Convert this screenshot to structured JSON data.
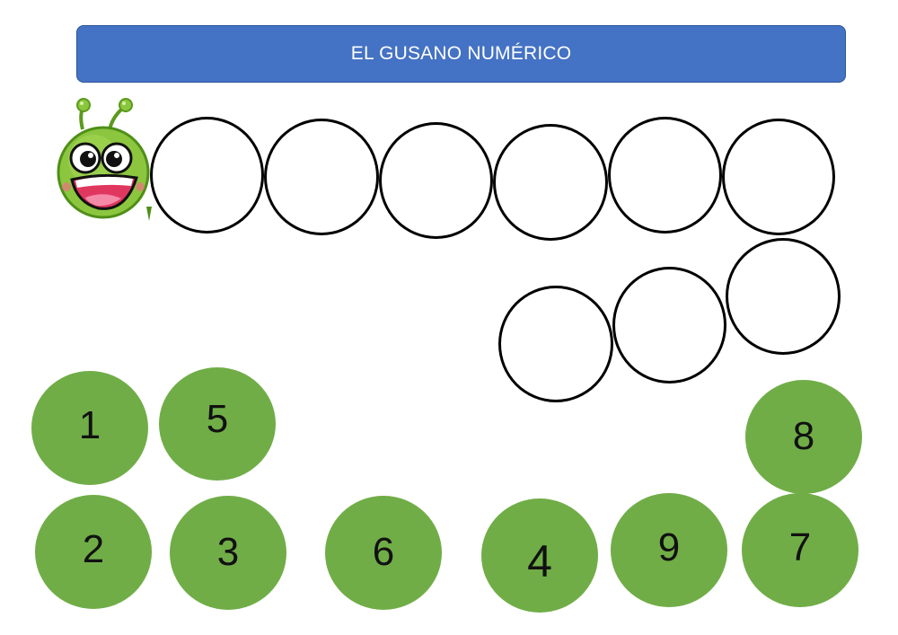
{
  "header": {
    "title": "EL GUSANO NUMÉRICO"
  },
  "caterpillar": {
    "body_slot_count": 9
  },
  "number_tiles": [
    "1",
    "5",
    "8",
    "2",
    "3",
    "6",
    "4",
    "9",
    "7"
  ],
  "colors": {
    "title_bar": "#4472c4",
    "title_text": "#ffffff",
    "tile_fill": "#70ad47",
    "slot_border": "#000000",
    "caterpillar_head": "#8cc63f"
  }
}
